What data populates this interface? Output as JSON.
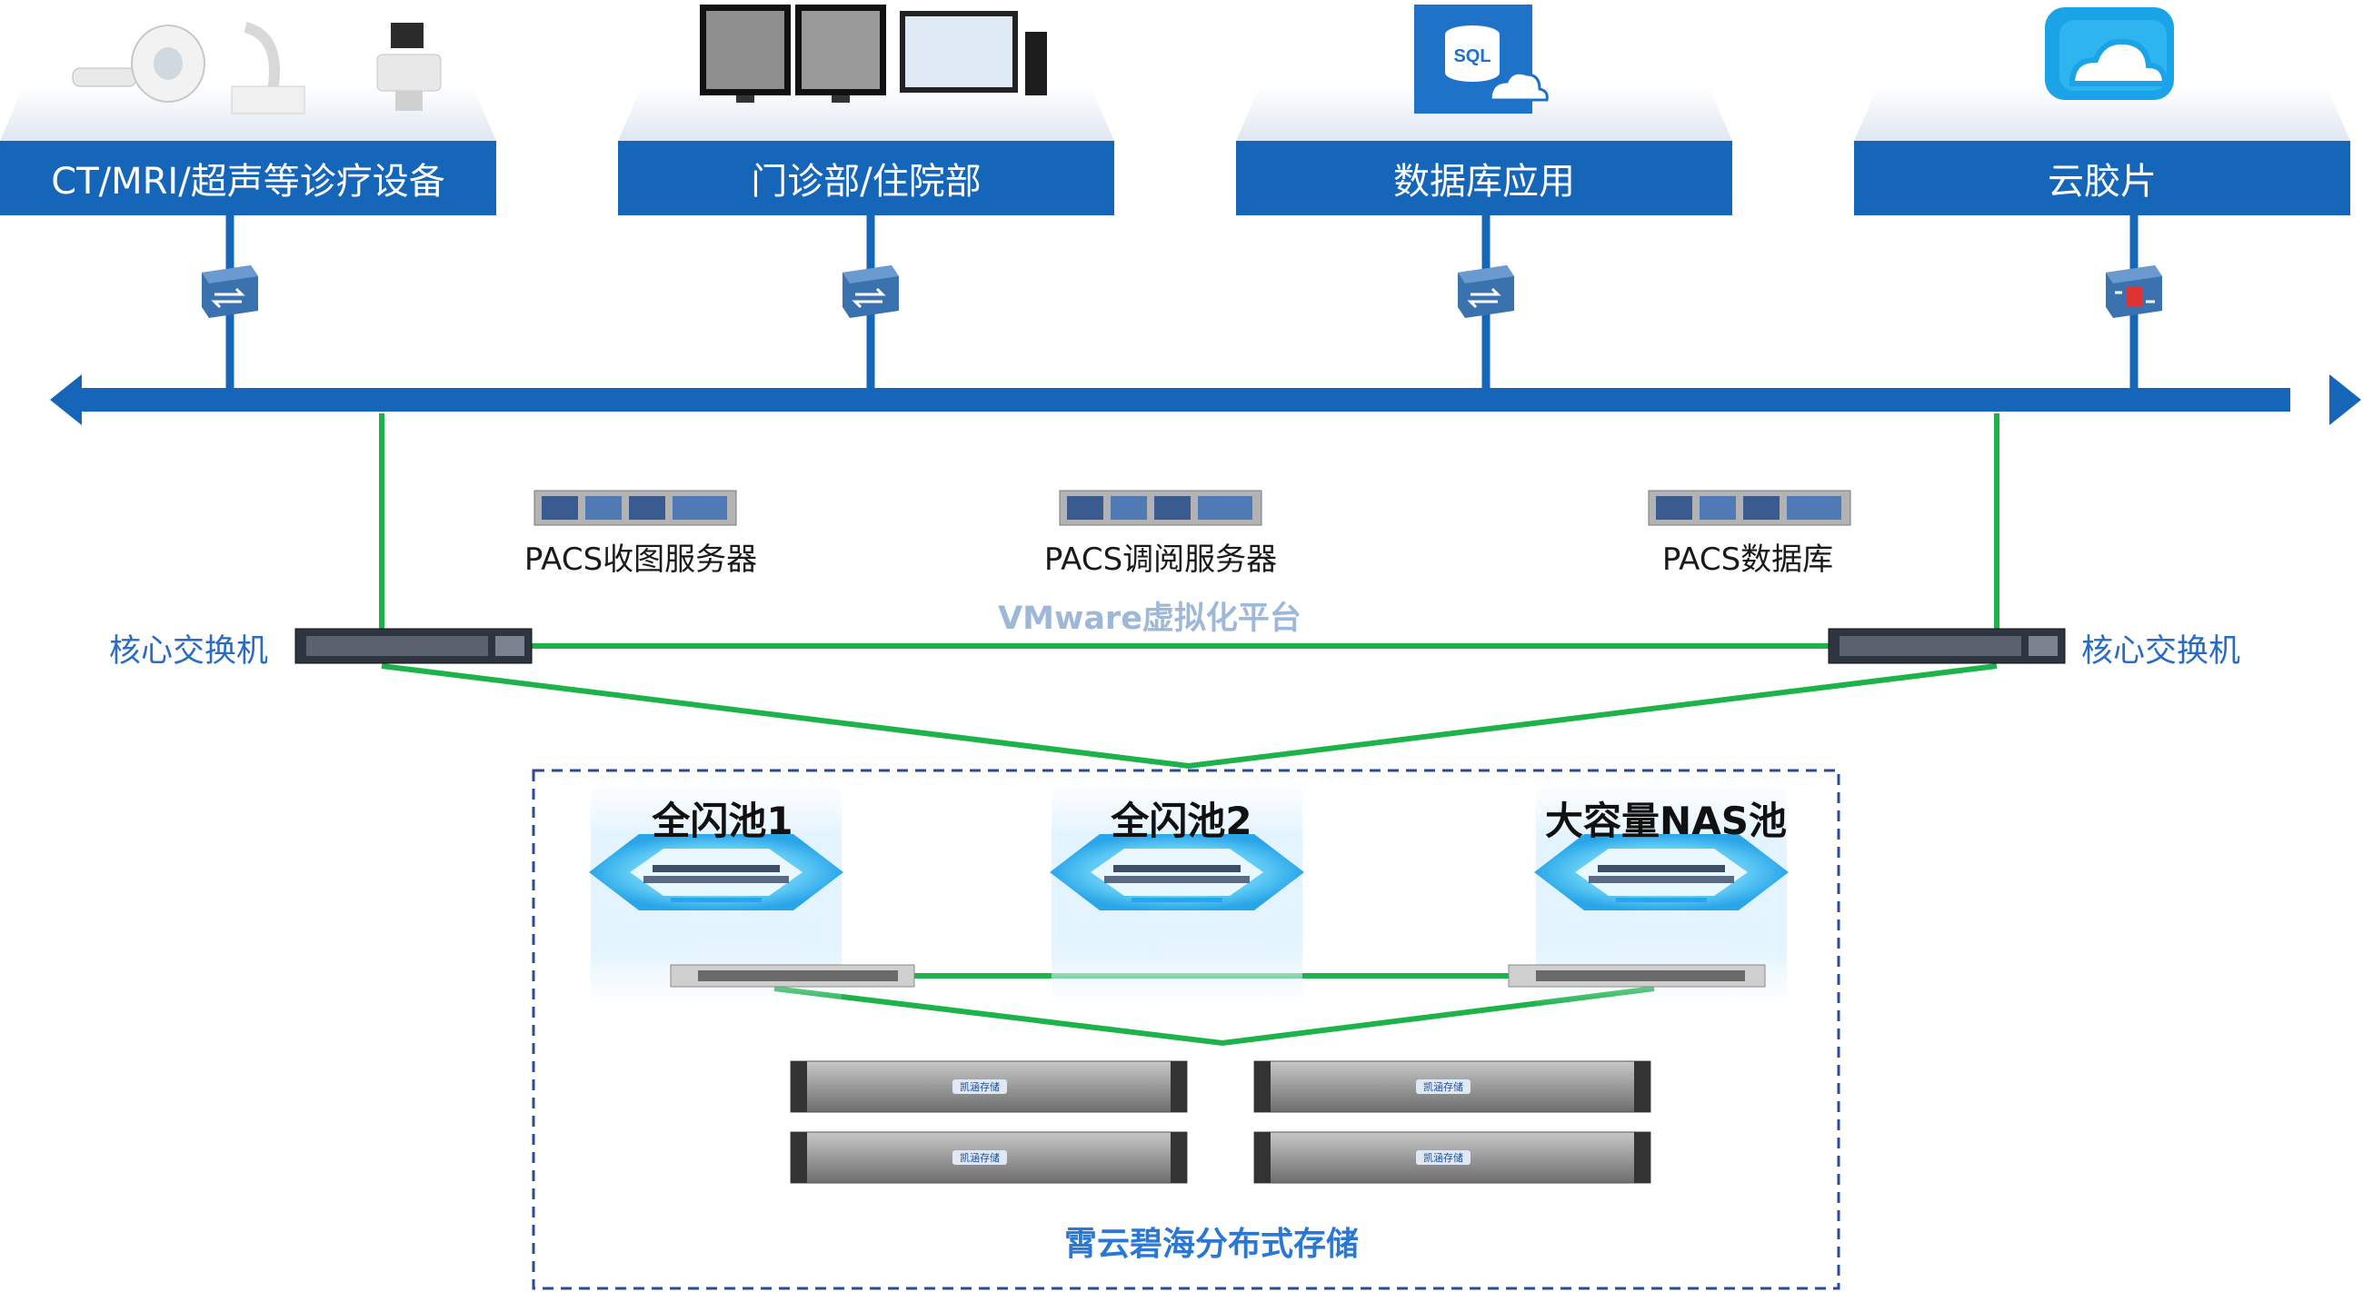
{
  "top_devices": [
    {
      "label": "CT/MRI/超声等诊疗设备",
      "icon": "medical-equipment-icon"
    },
    {
      "label": "门诊部/住院部",
      "icon": "monitor-workstation-icon"
    },
    {
      "label": "数据库应用",
      "icon": "sql-database-icon",
      "icon_text": "SQL"
    },
    {
      "label": "云胶片",
      "icon": "cloud-icon"
    }
  ],
  "servers": [
    {
      "label": "PACS收图服务器"
    },
    {
      "label": "PACS调阅服务器"
    },
    {
      "label": "PACS数据库"
    }
  ],
  "platform_label": "VMware虚拟化平台",
  "core_switch": {
    "left_label": "核心交换机",
    "right_label": "核心交换机"
  },
  "pools": [
    {
      "label": "全闪池1"
    },
    {
      "label": "全闪池2"
    },
    {
      "label": "大容量NAS池"
    }
  ],
  "storage": {
    "title": "霄云碧海分布式存储",
    "node_brand": "凯涵存储"
  },
  "colors": {
    "bus": "#1565b8",
    "link_green": "#1db34a",
    "label_blue": "#2a6cc4",
    "storage_title": "#2a78d4"
  }
}
